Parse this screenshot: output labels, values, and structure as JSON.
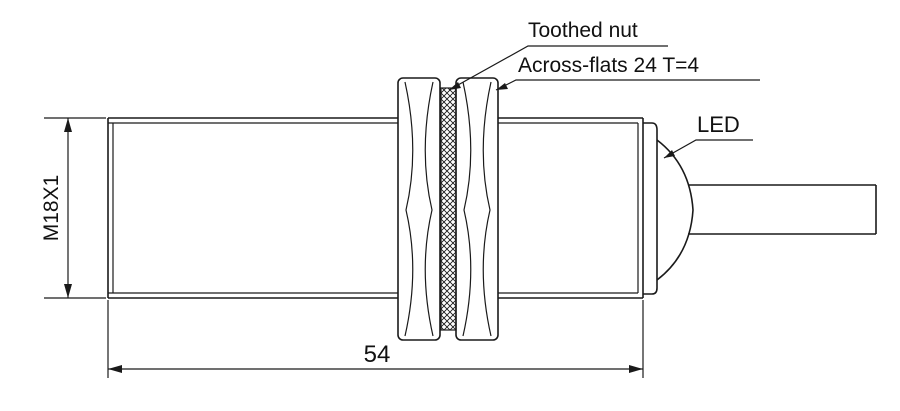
{
  "labels": {
    "toothed_nut": "Toothed nut",
    "across_flats": "Across-flats 24 T=4",
    "led": "LED",
    "thread_spec": "M18X1",
    "length": "54"
  },
  "colors": {
    "line": "#1a1a1a",
    "background": "#ffffff"
  }
}
